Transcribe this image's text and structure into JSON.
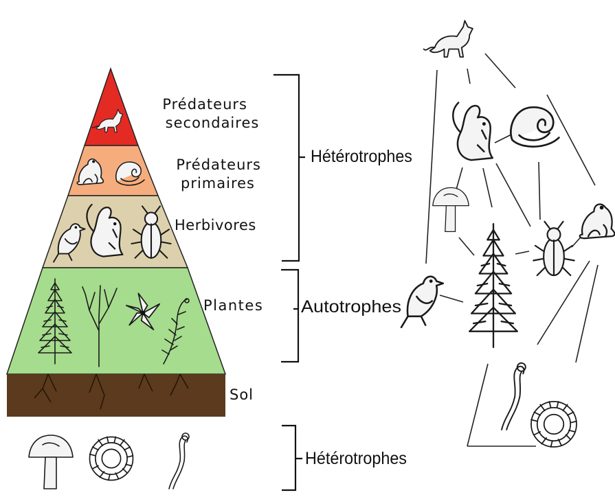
{
  "colors": {
    "top_level": "#e32b24",
    "second_level": "#f6ad7d",
    "third_level": "#ddd1ad",
    "base_level": "#a6dc8d",
    "soil": "#5b3a1d"
  },
  "pyramid": {
    "levels": [
      {
        "label": "Prédateurs\nsecondaires",
        "icons": [
          "fox-icon"
        ]
      },
      {
        "label": "Prédateurs\nprimaires",
        "icons": [
          "frog-icon",
          "snake-icon"
        ]
      },
      {
        "label": "Herbivores",
        "icons": [
          "bird-icon",
          "squirrel-icon",
          "beetle-icon"
        ]
      },
      {
        "label": "Plantes",
        "icons": [
          "fir-tree-icon",
          "bare-tree-icon",
          "flower-icon",
          "shrub-icon"
        ]
      }
    ],
    "soil_label": "Sol",
    "decomposers": [
      "mushroom-icon",
      "curled-worm-icon",
      "worm-icon"
    ]
  },
  "groups": {
    "heterotrophes_top": "Hétérotrophes",
    "autotrophes": "Autotrophes",
    "heterotrophes_bottom": "Hétérotrophes"
  },
  "food_web": {
    "nodes": [
      "fox-icon",
      "squirrel-icon",
      "snake-icon",
      "mushroom-icon",
      "fir-tree-icon",
      "beetle-icon",
      "frog-icon",
      "bird-icon",
      "worm-icon",
      "curled-worm-icon"
    ]
  }
}
